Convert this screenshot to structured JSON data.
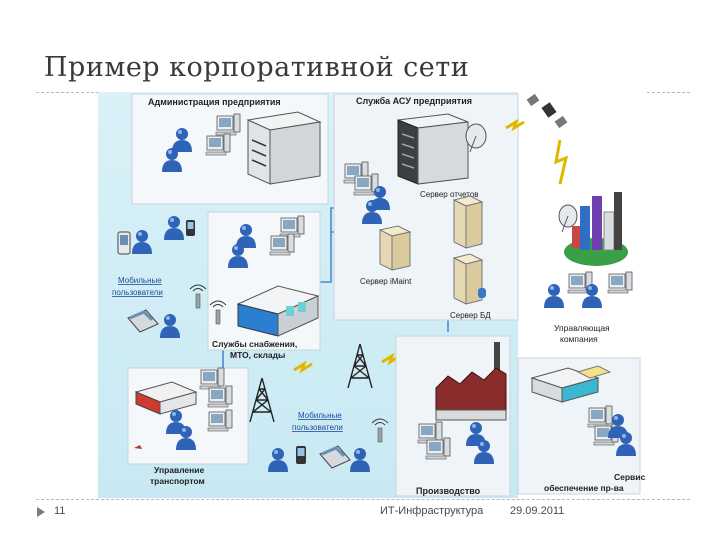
{
  "slide": {
    "title": "Пример корпоративной сети",
    "page_number": "11",
    "footer_center": "ИТ-Инфраструктура",
    "footer_date": "29.09.2011"
  },
  "diagram": {
    "zones": {
      "admin": "Администрация предприятия",
      "asu": "Служба АСУ предприятия",
      "supply_line1": "Службы снабжения,",
      "supply_line2": "МТО, склады",
      "transport_line1": "Управление",
      "transport_line2": "транспортом",
      "production": "Производство",
      "mgmt_line1": "Управляющая",
      "mgmt_line2": "компания",
      "service_line1": "Сервис,",
      "service_line2": "обеспечение пр-ва"
    },
    "servers": {
      "reports": "Сервер отчетов",
      "imaint": "Сервер iMaint",
      "db": "Сервер БД"
    },
    "mobile_users": {
      "line1": "Мобильные",
      "line2": "пользователи"
    }
  }
}
